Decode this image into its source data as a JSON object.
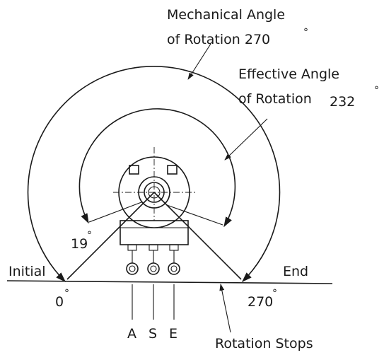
{
  "labels": {
    "mech_line1": "Mechanical Angle",
    "mech_line2": "of Rotation 270",
    "mech_deg": "°",
    "eff_line1": "Effective Angle",
    "eff_line2": "of Rotation",
    "eff_value": "232",
    "eff_deg": "°",
    "angle_19": "19",
    "angle_19_deg": "°",
    "initial": "Initial",
    "end": "End",
    "zero": "0",
    "zero_deg": "°",
    "end_angle": "270",
    "end_angle_deg": "°",
    "rotation_stops": "Rotation Stops",
    "pin_a": "A",
    "pin_s": "S",
    "pin_e": "E"
  },
  "angles": {
    "mechanical_rotation_deg": 270,
    "effective_rotation_deg": 232,
    "offset_deg": 19
  }
}
